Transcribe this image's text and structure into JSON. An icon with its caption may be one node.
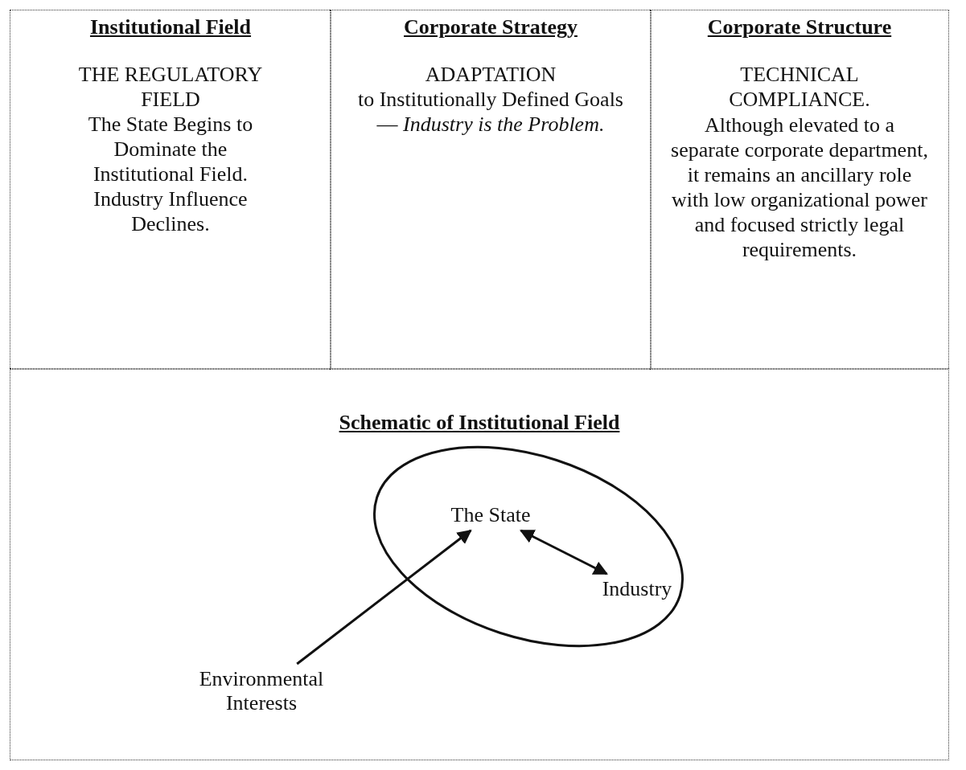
{
  "diagram": {
    "nodes": [
      {
        "text": [],
        "shape": "ellipse"
      },
      {
        "text": [
          "The State"
        ],
        "in": 0
      },
      {
        "text": [
          "Industry"
        ],
        "in": 0
      },
      {
        "text": [
          "Environmental Interests"
        ]
      }
    ],
    "edges": [
      {
        "from": 3,
        "to": 1,
        "arrow": "to"
      },
      {
        "from": 1,
        "to": 2,
        "arrow": "both"
      }
    ],
    "labels": [
      "Institutional Field",
      "THE REGULATORY FIELD",
      "The State Begins to Dominate the Institutional Field. Industry Influence Declines.",
      "Corporate Strategy",
      "ADAPTATION",
      "to Institutionally Defined Goals — *Industry is the Problem.*",
      "Corporate Structure",
      "TECHNICAL COMPLIANCE.",
      "Although elevated to a separate corporate department, it remains an ancillary role with low organizational power and focused strictly legal requirements.",
      "Schematic of Institutional Field"
    ]
  }
}
